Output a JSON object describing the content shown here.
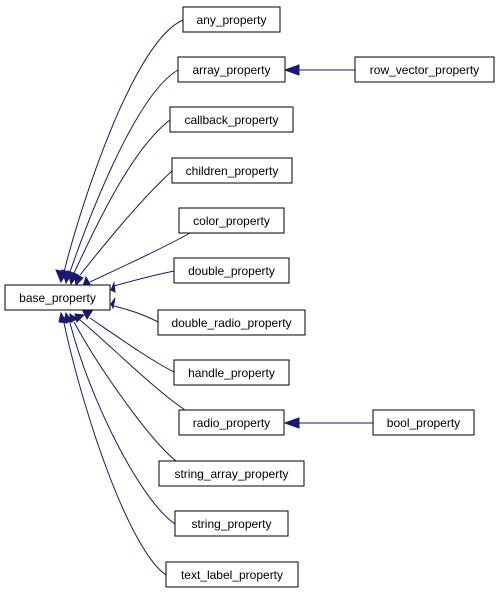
{
  "diagram": {
    "type": "inheritance",
    "edge_color": "#191970",
    "nodes": {
      "base": "base_property",
      "any": "any_property",
      "array": "array_property",
      "row_vector": "row_vector_property",
      "callback": "callback_property",
      "children": "children_property",
      "color": "color_property",
      "double": "double_property",
      "double_radio": "double_radio_property",
      "handle": "handle_property",
      "radio": "radio_property",
      "bool": "bool_property",
      "string_array": "string_array_property",
      "string": "string_property",
      "text_label": "text_label_property"
    },
    "edges": [
      {
        "from": "any",
        "to": "base"
      },
      {
        "from": "array",
        "to": "base"
      },
      {
        "from": "callback",
        "to": "base"
      },
      {
        "from": "children",
        "to": "base"
      },
      {
        "from": "color",
        "to": "base"
      },
      {
        "from": "double",
        "to": "base"
      },
      {
        "from": "double_radio",
        "to": "base"
      },
      {
        "from": "handle",
        "to": "base"
      },
      {
        "from": "radio",
        "to": "base"
      },
      {
        "from": "string_array",
        "to": "base"
      },
      {
        "from": "string",
        "to": "base"
      },
      {
        "from": "text_label",
        "to": "base"
      },
      {
        "from": "row_vector",
        "to": "array"
      },
      {
        "from": "bool",
        "to": "radio"
      }
    ]
  }
}
